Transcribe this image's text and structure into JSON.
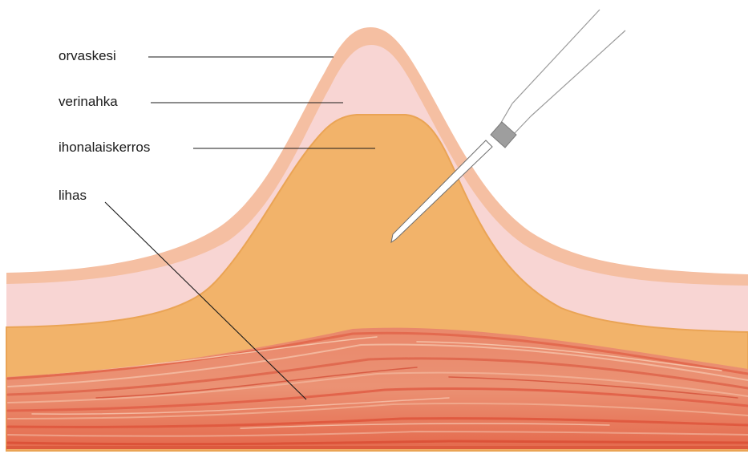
{
  "labels": {
    "epidermis": "orvaskesi",
    "dermis": "verinahka",
    "subcutis": "ihonalaiskerros",
    "muscle": "lihas"
  },
  "colors": {
    "background": "#ffffff",
    "epidermis": "#f6c2a6",
    "dermis": "#f8d6d4",
    "subcutis": "#f2b469",
    "muscle": "#e97f5f",
    "needle": "#ffffff",
    "needle_hub": "#9a9a9a",
    "leader_line": "#1a1a1a"
  }
}
